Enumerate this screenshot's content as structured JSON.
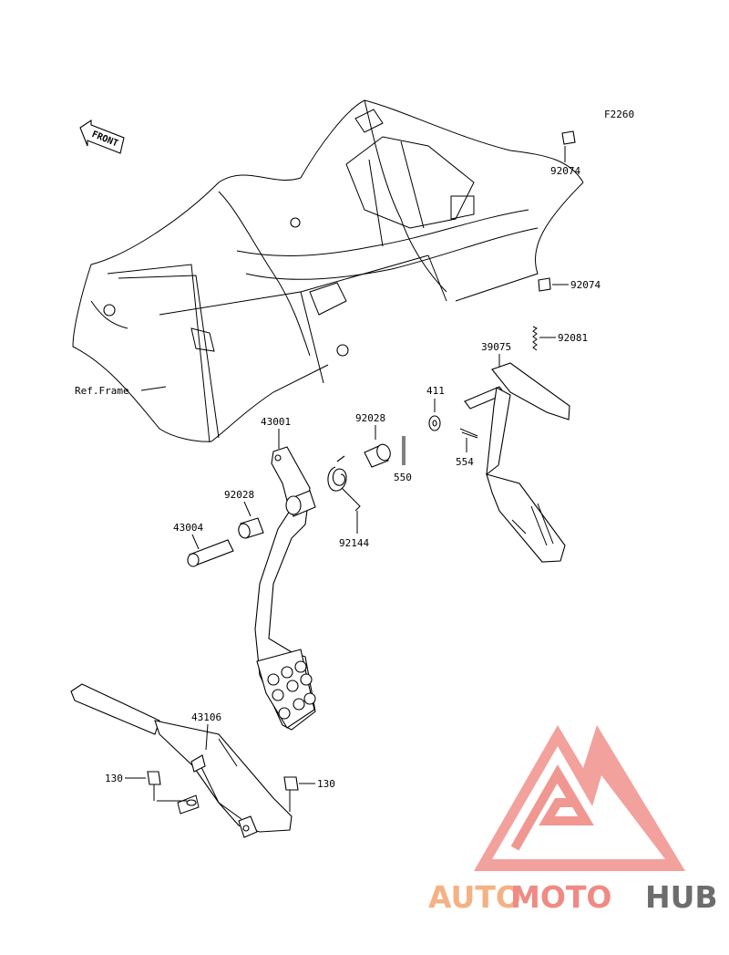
{
  "diagram": {
    "code": "F2260",
    "front_label": "FRONT",
    "ref_label": "Ref.Frame",
    "parts": {
      "p92074_top": "92074",
      "p92074_mid": "92074",
      "p92081": "92081",
      "p39075": "39075",
      "p411": "411",
      "p554": "554",
      "p92028_top": "92028",
      "p550": "550",
      "p43001": "43001",
      "p92028_left": "92028",
      "p92144": "92144",
      "p43004": "43004",
      "p43106": "43106",
      "p130_left": "130",
      "p130_right": "130"
    }
  },
  "watermark": {
    "word_1": "AUTO",
    "word_2": "MOTO",
    "word_3": "HUB",
    "color_1": "#f5b183",
    "color_2": "#f08a84",
    "color_3": "#6d6d6d",
    "logo_color": "#f19791"
  }
}
